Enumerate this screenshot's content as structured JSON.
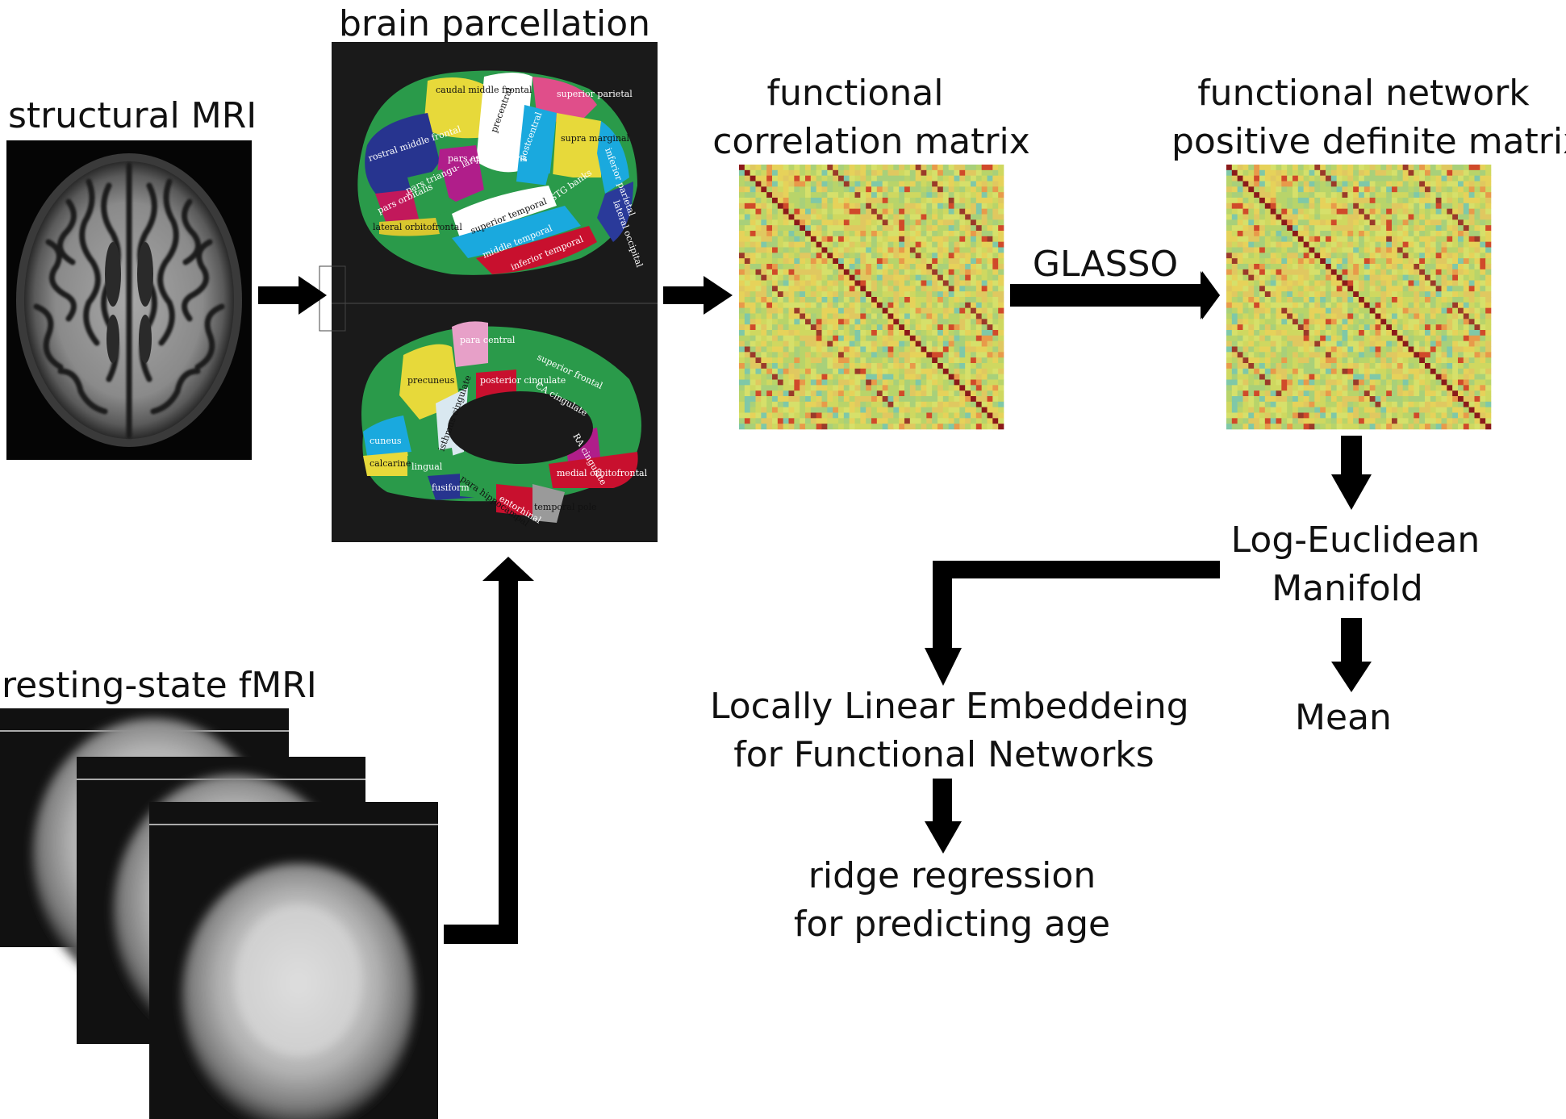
{
  "labels": {
    "structural_mri": "structural MRI",
    "brain_parcellation": "brain parcellation",
    "functional_correlation_line1": "functional",
    "functional_correlation_line2": "correlation matrix",
    "functional_network_line1": "functional network",
    "functional_network_line2": "positive definite matrix",
    "glasso": "GLASSO",
    "log_euclidean_line1": "Log-Euclidean",
    "log_euclidean_line2": "Manifold",
    "mean": "Mean",
    "lle_line1": "Locally Linear Embeddeing",
    "lle_line2": "for Functional Networks",
    "ridge_line1": "ridge regression",
    "ridge_line2": "for predicting age",
    "resting_state": "resting-state fMRI"
  },
  "parcellation": {
    "lateral_regions": [
      {
        "id": "caudal-middle-frontal",
        "label": "caudal middle frontal",
        "color": "#e7d93a"
      },
      {
        "id": "precentral",
        "label": "precentral",
        "color": "#ffffff"
      },
      {
        "id": "superior-parietal",
        "label": "superior parietal",
        "color": "#e04e8a"
      },
      {
        "id": "postcentral",
        "label": "postcentral",
        "color": "#1aa9de"
      },
      {
        "id": "supra-marginal",
        "label": "supra marginal",
        "color": "#e7d93a"
      },
      {
        "id": "rostral-middle-frontal",
        "label": "rostral middle frontal",
        "color": "#27348f"
      },
      {
        "id": "pars-opercularis",
        "label": "pars opercu- laris",
        "color": "#b01e8a"
      },
      {
        "id": "pars-triangularis",
        "label": "pars triangu- laris",
        "color": "#2a9a4a"
      },
      {
        "id": "pars-orbitalis",
        "label": "pars orbitalis",
        "color": "#c2185b"
      },
      {
        "id": "lateral-orbitofrontal",
        "label": "lateral orbitofrontal",
        "color": "#d9c72f"
      },
      {
        "id": "inferior-parietal",
        "label": "inferior parietal",
        "color": "#1aa9de"
      },
      {
        "id": "lateral-occipital",
        "label": "lateral occipital",
        "color": "#2a3a9a"
      },
      {
        "id": "stg-banks",
        "label": "STG banks",
        "color": "#2a9a4a"
      },
      {
        "id": "superior-temporal",
        "label": "superior temporal",
        "color": "#ffffff"
      },
      {
        "id": "middle-temporal",
        "label": "middle temporal",
        "color": "#1aa9de"
      },
      {
        "id": "inferior-temporal",
        "label": "inferior temporal",
        "color": "#c8102e"
      }
    ],
    "medial_regions": [
      {
        "id": "para-central",
        "label": "para central",
        "color": "#e7a0c8"
      },
      {
        "id": "superior-frontal",
        "label": "superior frontal",
        "color": "#2a9a4a"
      },
      {
        "id": "precuneus",
        "label": "precuneus",
        "color": "#e7d93a"
      },
      {
        "id": "posterior-cingulate",
        "label": "posterior cingulate",
        "color": "#c8102e"
      },
      {
        "id": "ca-cingulate",
        "label": "CA cingulate",
        "color": "#2a9a4a"
      },
      {
        "id": "isthmus-cingulate",
        "label": "isthmus cingulate",
        "color": "#1aa9de"
      },
      {
        "id": "ra-cingulate",
        "label": "RA cingulate",
        "color": "#b01e8a"
      },
      {
        "id": "cuneus",
        "label": "cuneus",
        "color": "#1aa9de"
      },
      {
        "id": "calcarine",
        "label": "calcarine",
        "color": "#e7d93a"
      },
      {
        "id": "lingual",
        "label": "lingual",
        "color": "#2a9a4a"
      },
      {
        "id": "medial-orbitofrontal",
        "label": "medial orbitofrontal",
        "color": "#c8102e"
      },
      {
        "id": "fusiform",
        "label": "fusiform",
        "color": "#27348f"
      },
      {
        "id": "para-hippocampal",
        "label": "para hippocampal",
        "color": "#2a9a4a"
      },
      {
        "id": "entorhinal",
        "label": "entorhinal",
        "color": "#c8102e"
      },
      {
        "id": "temporal-pole",
        "label": "temporal pole",
        "color": "#9a9a9a"
      }
    ]
  },
  "colors": {
    "matrix_base": "#c8dc5a",
    "matrix_diagonal": "#8b1a1a",
    "matrix_hot": "#d04a2a",
    "matrix_cool": "#7fc8a8",
    "arrow": "#000000",
    "panel_bg": "#1a1a1a"
  }
}
